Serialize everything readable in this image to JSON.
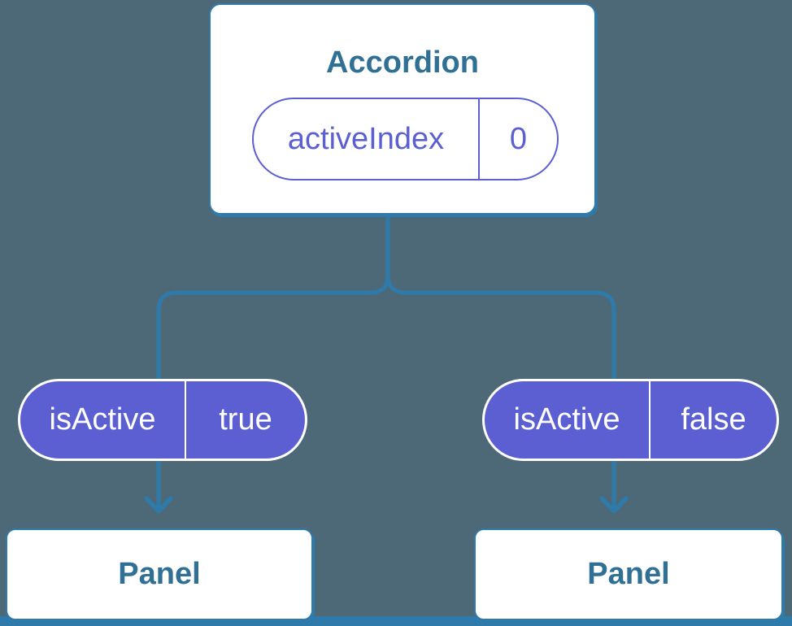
{
  "colors": {
    "background": "#4d6876",
    "connector_blue": "#2e7bab",
    "component_text_blue": "#2f7094",
    "prop_purple": "#5b5fd2",
    "card_background": "#ffffff",
    "prop_text_white": "#ffffff"
  },
  "diagram": {
    "root": {
      "title": "Accordion",
      "state_pill": {
        "label": "activeIndex",
        "value": "0"
      }
    },
    "prop_pills": [
      {
        "label": "isActive",
        "value": "true"
      },
      {
        "label": "isActive",
        "value": "false"
      }
    ],
    "panels": [
      {
        "title": "Panel"
      },
      {
        "title": "Panel"
      }
    ]
  }
}
